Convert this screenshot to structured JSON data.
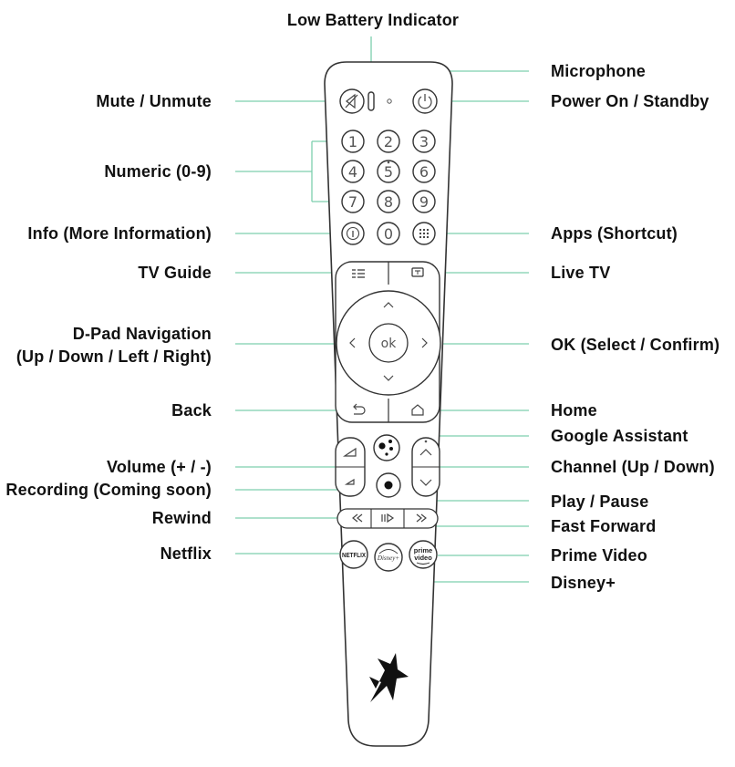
{
  "labels": {
    "low_battery": "Low Battery Indicator",
    "microphone": "Microphone",
    "mute": "Mute / Unmute",
    "power": "Power On / Standby",
    "numeric": "Numeric (0-9)",
    "info": "Info (More Information)",
    "apps": "Apps (Shortcut)",
    "tv_guide": "TV Guide",
    "live_tv": "Live TV",
    "dpad_line1": "D-Pad Navigation",
    "dpad_line2": "(Up / Down / Left / Right)",
    "ok": "OK (Select / Confirm)",
    "back": "Back",
    "home": "Home",
    "assistant": "Google Assistant",
    "volume": "Volume (+ / -)",
    "channel": "Channel (Up / Down)",
    "recording": "Recording (Coming soon)",
    "play_pause": "Play / Pause",
    "rewind": "Rewind",
    "fast_forward": "Fast Forward",
    "netflix": "Netflix",
    "prime": "Prime Video",
    "disney": "Disney+"
  },
  "remote_buttons": {
    "digits": [
      "1",
      "2",
      "3",
      "4",
      "5",
      "6",
      "7",
      "8",
      "9",
      "0"
    ],
    "ok_text": "ok",
    "netflix_text": "NETFLIX",
    "disney_text": "Disney+",
    "prime_line1": "prime",
    "prime_line2": "video"
  },
  "colors": {
    "leader_lines": "#7dcfae",
    "remote_outline": "#333333",
    "label_text": "#111111"
  },
  "icons": [
    "mute-icon",
    "power-icon",
    "info-icon",
    "apps-grid-icon",
    "guide-list-icon",
    "tv-icon",
    "back-arrow-icon",
    "home-icon",
    "google-assistant-icon",
    "volume-up-icon",
    "volume-down-icon",
    "channel-up-icon",
    "channel-down-icon",
    "record-icon",
    "rewind-icon",
    "play-pause-icon",
    "fast-forward-icon",
    "brand-star-logo"
  ]
}
